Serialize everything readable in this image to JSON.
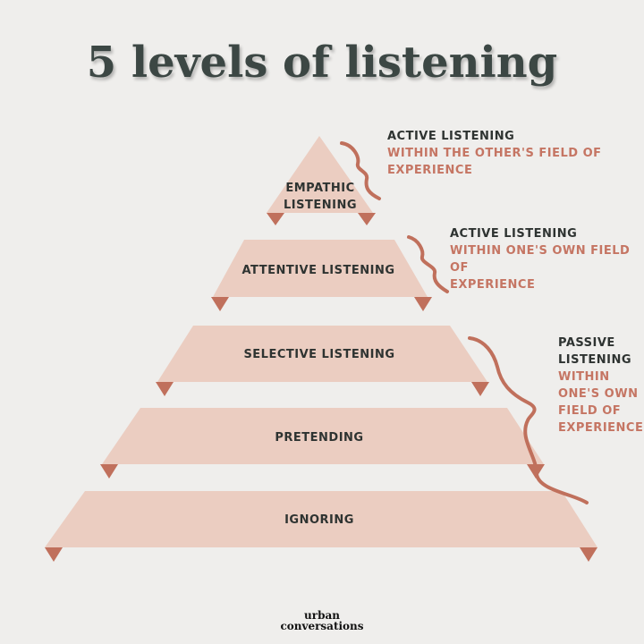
{
  "title": "5 levels of listening",
  "levels": [
    {
      "label_1": "EMPATHIC",
      "label_2": "LISTENING"
    },
    {
      "label": "ATTENTIVE LISTENING"
    },
    {
      "label": "SELECTIVE LISTENING"
    },
    {
      "label": "PRETENDING"
    },
    {
      "label": "IGNORING"
    }
  ],
  "annotations": [
    {
      "heading": "ACTIVE LISTENING",
      "line1": "WITHIN THE OTHER'S FIELD OF",
      "line2": "EXPERIENCE"
    },
    {
      "heading": "ACTIVE LISTENING",
      "line1": "WITHIN ONE'S OWN FIELD OF",
      "line2": "EXPERIENCE"
    },
    {
      "heading1": "PASSIVE",
      "heading2": "LISTENING",
      "line1": "WITHIN",
      "line2": "ONE'S OWN",
      "line3": "FIELD OF",
      "line4": "EXPERIENCE"
    }
  ],
  "logo": {
    "line1": "urban",
    "line2": "conversations"
  },
  "colors": {
    "background": "#efeeec",
    "tier": "#ebcdc1",
    "accent": "#c0705c",
    "text": "#2e3331"
  }
}
